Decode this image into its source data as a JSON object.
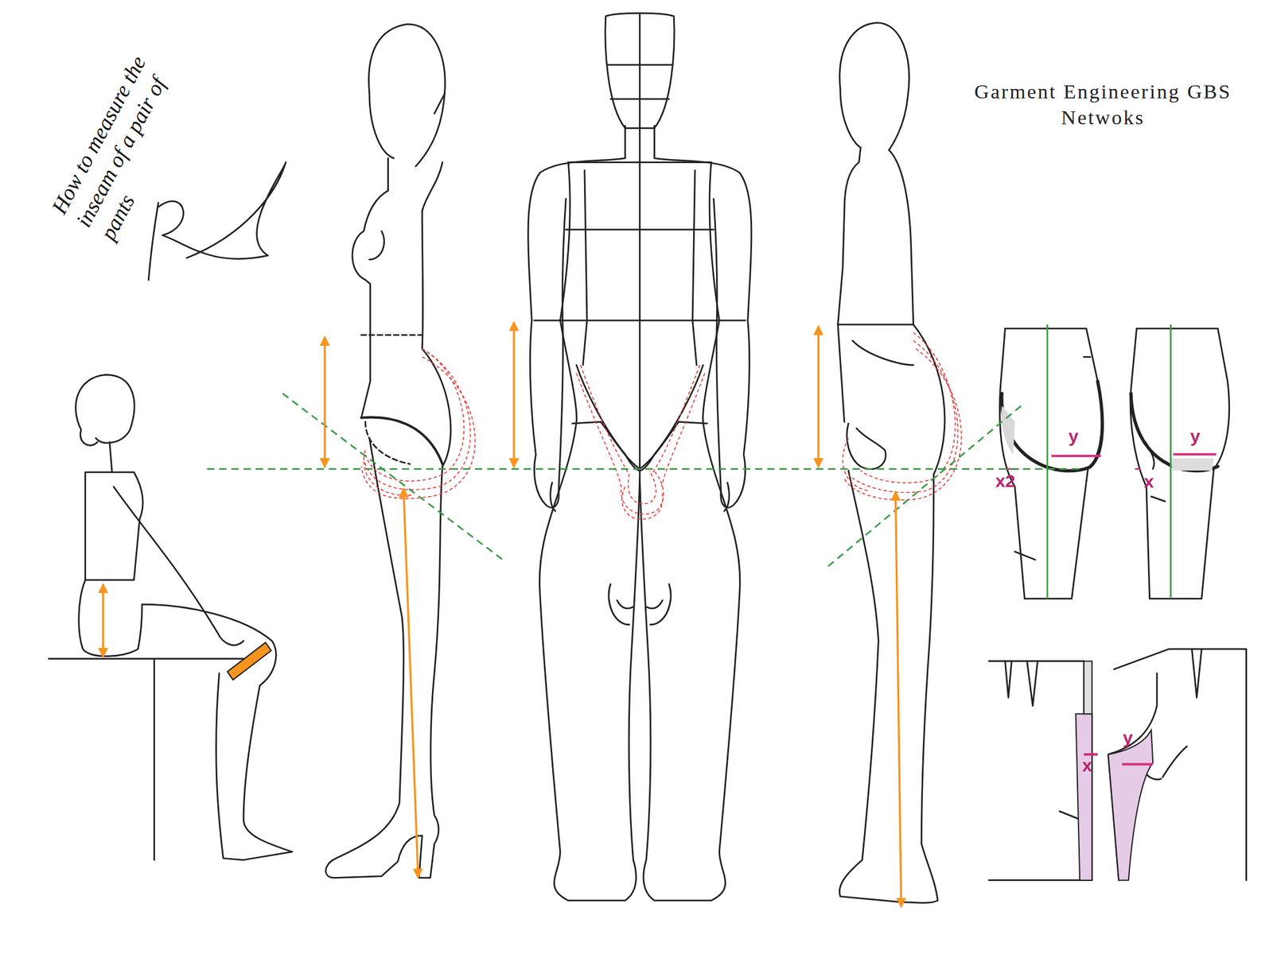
{
  "diagram": {
    "title": "Garment Engineering GBS Netwoks",
    "labels": [
      "How to measure the inseam of a pair of pants",
      "y",
      "x2",
      "y",
      "x",
      "x",
      "y"
    ]
  }
}
